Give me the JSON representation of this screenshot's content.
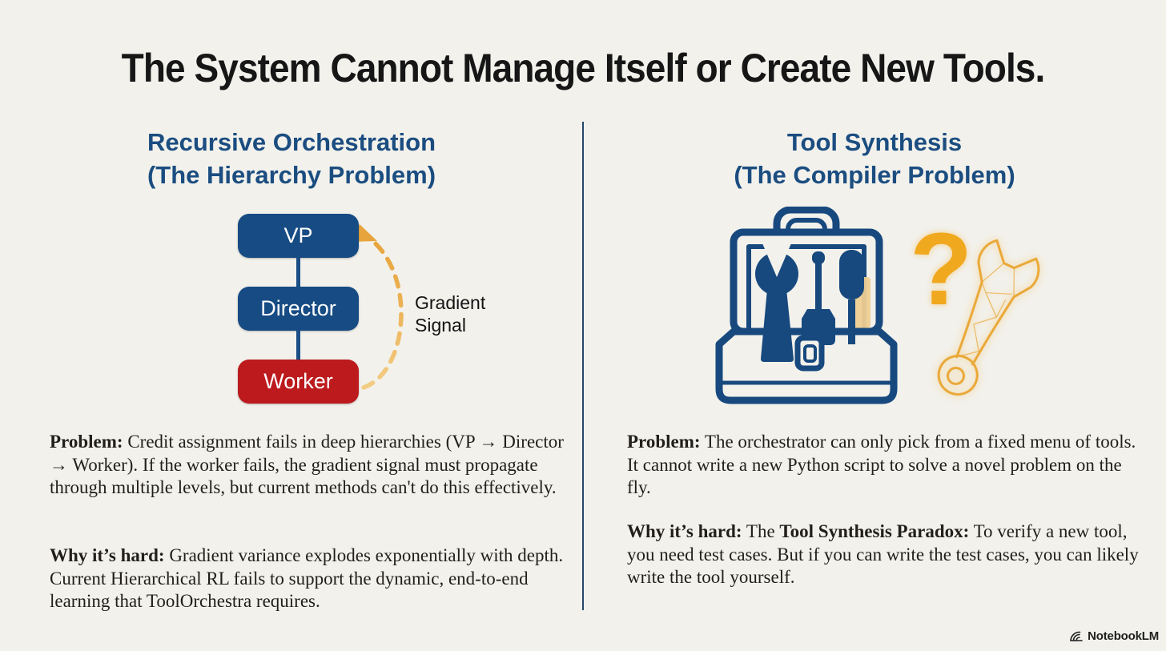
{
  "title": "The System Cannot Manage Itself or Create New Tools.",
  "left": {
    "heading": "Recursive Orchestration\n(The Hierarchy Problem)",
    "hierarchy": {
      "nodes": [
        {
          "label": "VP",
          "color": "#174b84"
        },
        {
          "label": "Director",
          "color": "#174b84"
        },
        {
          "label": "Worker",
          "color": "#bc1a1d"
        }
      ],
      "arrow_label": "Gradient\nSignal"
    },
    "problem_label": "Problem:",
    "problem_text": " Credit assignment fails in deep hierarchies (VP → Director → Worker). If the worker fails, the gradient signal must propagate through multiple levels, but current methods can't do this effectively.",
    "why_label": "Why it’s hard:",
    "why_text": " Gradient variance explodes exponentially with depth. Current Hierarchical RL fails to support the dynamic, end-to-end learning that ToolOrchestra requires."
  },
  "right": {
    "heading": "Tool Synthesis\n(The Compiler Problem)",
    "question_mark": "?",
    "problem_label": "Problem:",
    "problem_text": " The orchestrator can only pick from a fixed menu of tools. It cannot write a new Python script to solve a novel problem on the fly.",
    "why_label": "Why it’s hard:",
    "why_mid": " The ",
    "why_bold": "Tool Synthesis Paradox:",
    "why_text": " To verify a new tool, you need test cases. But if you can write the test cases, you can likely write the tool yourself."
  },
  "footer": {
    "brand": "NotebookLM"
  },
  "icons": [
    "toolbox-icon",
    "wireframe-wrench-icon",
    "question-mark-icon",
    "gradient-signal-arrow",
    "notebooklm-icon"
  ],
  "colors": {
    "background": "#f2f1ec",
    "title_text": "#161616",
    "heading_blue": "#1b4d80",
    "node_blue": "#174b84",
    "node_red": "#bc1a1d",
    "gold": "#eaa53c",
    "gold_light": "#f3cd85",
    "divider": "#23476b",
    "body_text": "#221f1b"
  }
}
